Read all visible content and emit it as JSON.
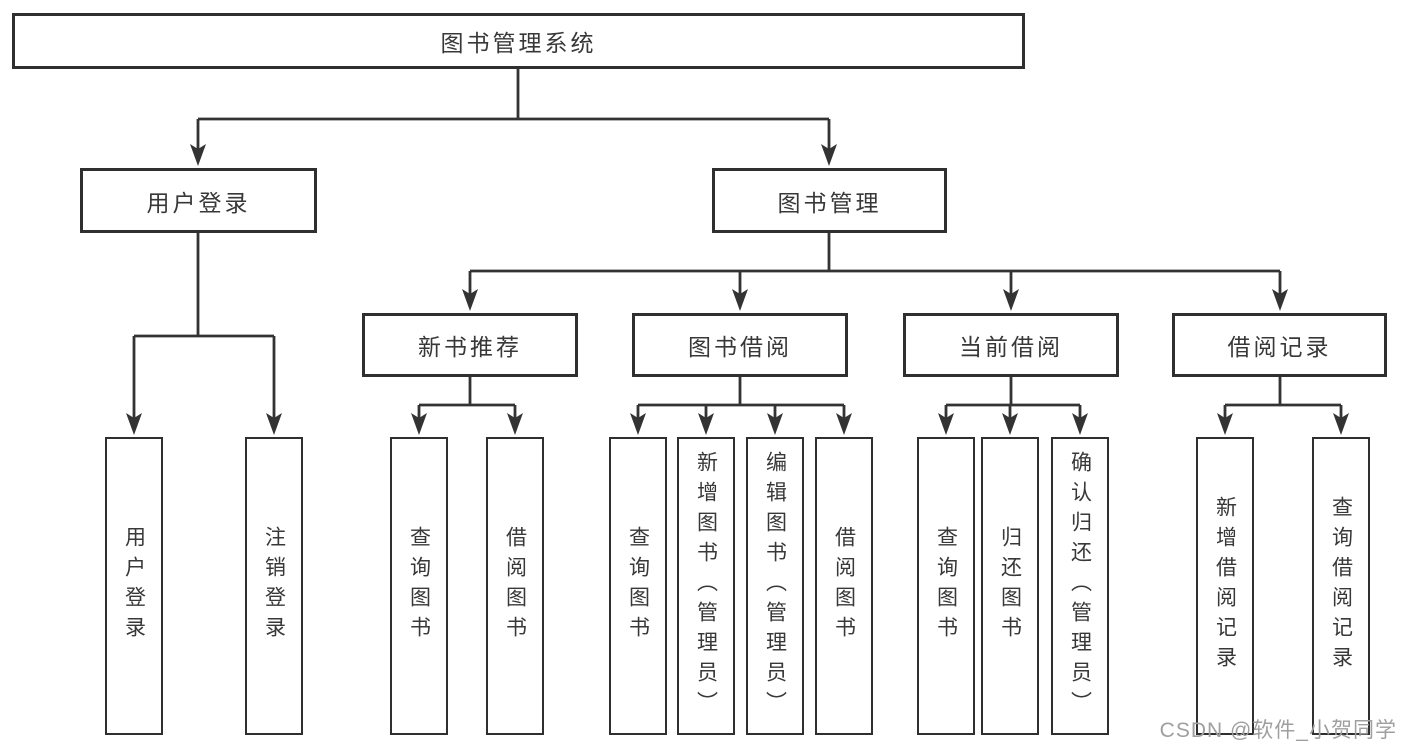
{
  "diagram_type": "tree",
  "tree": {
    "label": "图书管理系统",
    "children": [
      {
        "label": "用户登录",
        "children": [
          {
            "label": "用户登录"
          },
          {
            "label": "注销登录"
          }
        ]
      },
      {
        "label": "图书管理",
        "children": [
          {
            "label": "新书推荐",
            "children": [
              {
                "label": "查询图书"
              },
              {
                "label": "借阅图书"
              }
            ]
          },
          {
            "label": "图书借阅",
            "children": [
              {
                "label": "查询图书"
              },
              {
                "label": "新增图书（管理员）"
              },
              {
                "label": "编辑图书（管理员）"
              },
              {
                "label": "借阅图书"
              }
            ]
          },
          {
            "label": "当前借阅",
            "children": [
              {
                "label": "查询图书"
              },
              {
                "label": "归还图书"
              },
              {
                "label": "确认归还（管理员）"
              }
            ]
          },
          {
            "label": "借阅记录",
            "children": [
              {
                "label": "新增借阅记录"
              },
              {
                "label": "查询借阅记录"
              }
            ]
          }
        ]
      }
    ]
  },
  "watermark": {
    "text": "CSDN @软件_小贺同学",
    "color": "#9f9f9f"
  },
  "colors": {
    "line": "#333333",
    "box_border": "#2f2f2f",
    "text": "#383838",
    "background": "#ffffff"
  }
}
